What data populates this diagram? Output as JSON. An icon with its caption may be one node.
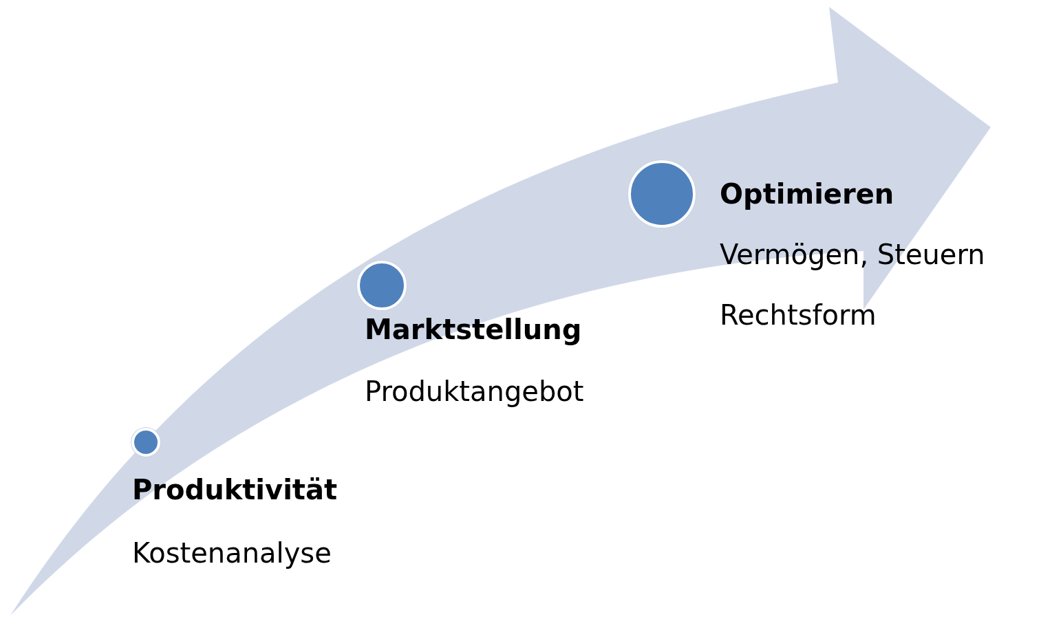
{
  "diagram": {
    "nodes": [
      {
        "text": [],
        "shape": "circle",
        "beside": [
          "Produktivität",
          "Kostenanalyse"
        ]
      },
      {
        "text": [],
        "shape": "circle",
        "beside": [
          "Marktstellung",
          "Produktangebot"
        ]
      },
      {
        "text": [],
        "shape": "circle",
        "beside": [
          "Optimieren",
          "Vermögen, Steuern",
          "Rechtsform"
        ]
      }
    ]
  }
}
